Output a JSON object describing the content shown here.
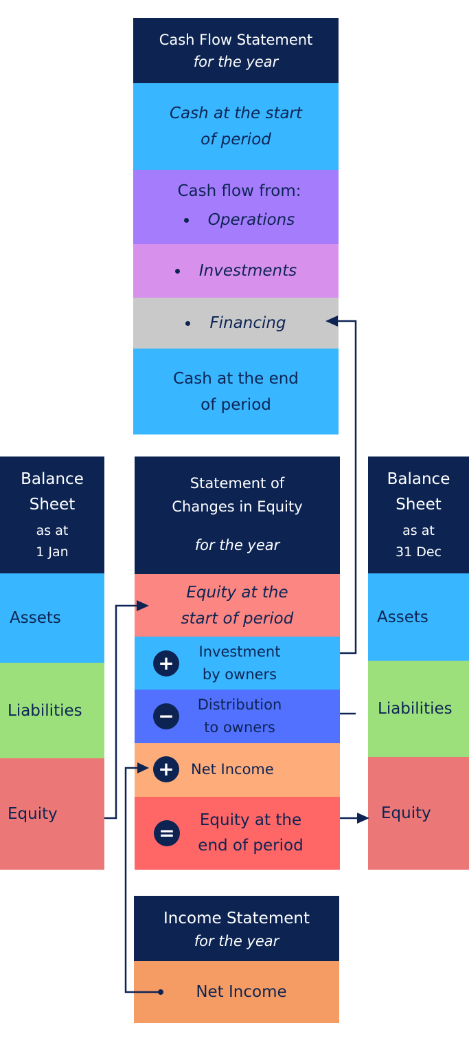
{
  "cash_flow": {
    "title": "Cash Flow Statement",
    "subtitle": "for the year",
    "start": [
      "Cash at the start",
      "of period"
    ],
    "from": "Cash flow from:",
    "operations": "Operations",
    "investments": "Investments",
    "financing": "Financing",
    "end": [
      "Cash at the end",
      "of period"
    ]
  },
  "balance_left": {
    "title": [
      "Balance",
      "Sheet"
    ],
    "date": [
      "as at",
      "1 Jan"
    ],
    "assets": "Assets",
    "liabilities": "Liabilities",
    "equity": "Equity"
  },
  "balance_right": {
    "title": [
      "Balance",
      "Sheet"
    ],
    "date": [
      "as at",
      "31 Dec"
    ],
    "assets": "Assets",
    "liabilities": "Liabilities",
    "equity": "Equity"
  },
  "equity_statement": {
    "title": [
      "Statement of",
      "Changes in Equity"
    ],
    "subtitle": "for the year",
    "start": [
      "Equity at the",
      "start of period"
    ],
    "investment": [
      "Investment",
      "by owners"
    ],
    "distribution": [
      "Distribution",
      "to owners"
    ],
    "net_income": "Net Income",
    "end": [
      "Equity at the",
      "end of period"
    ],
    "signs": {
      "plus": "+",
      "minus": "−",
      "equals": "="
    }
  },
  "income_statement": {
    "title": "Income Statement",
    "subtitle": "for the year",
    "net_income": "Net Income"
  },
  "colors": {
    "navy": "#0d2453",
    "blue": "#38b6ff",
    "purple": "#a47cfc",
    "lilac": "#d890ed",
    "gray": "#c9c9c9",
    "salmon": "#fb8682",
    "royal_blue": "#5271ff",
    "peach": "#feac7a",
    "red": "#ff6666",
    "orange": "#f49c64",
    "green": "#9ce07c",
    "equity_red": "#ec7777"
  }
}
